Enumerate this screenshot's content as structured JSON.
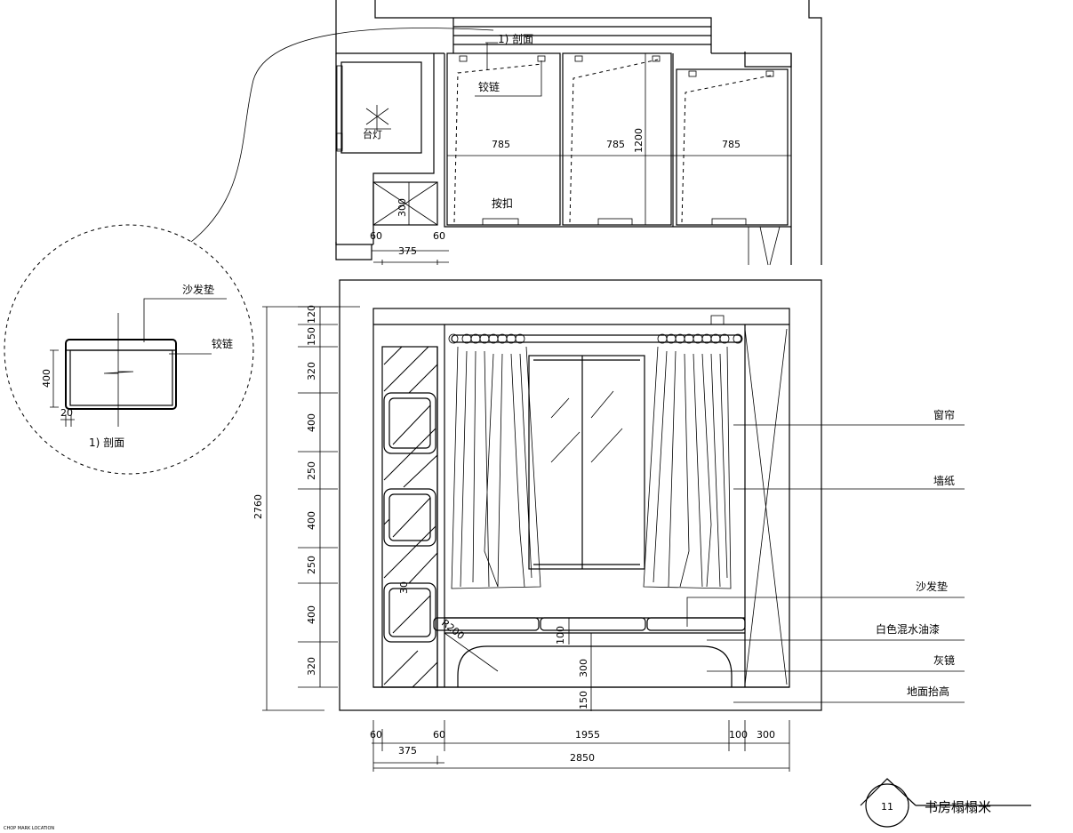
{
  "plan": {
    "section_mark_top": "1) 剖面",
    "hinge_label": "铰链",
    "cabinet_widths": [
      "785",
      "785",
      "785"
    ],
    "cabinet_height": "1200",
    "push_latch_label": "按扣",
    "sub_dim_300": "300",
    "dims_bottom": [
      "60",
      "60",
      "375"
    ]
  },
  "detail": {
    "cushion_label": "沙发垫",
    "hinge_label": "铰链",
    "height_dim": "400",
    "gap_dim": "20",
    "section_label": "1) 剖面"
  },
  "elevation": {
    "left_dims": [
      "120",
      "150",
      "320",
      "400",
      "250",
      "400",
      "250",
      "400",
      "320"
    ],
    "total_height": "2760",
    "inner_dims": [
      "30",
      "100",
      "300",
      "150"
    ],
    "radius_label": "R200",
    "callouts": [
      "窗帘",
      "墙纸",
      "沙发垫",
      "白色混水油漆",
      "灰镜",
      "地面抬高"
    ],
    "bottom_dims": [
      "60",
      "60",
      "1955",
      "100",
      "300",
      "375",
      "2850"
    ]
  },
  "title_block": {
    "number": "11",
    "title": "书房榻榻米",
    "tiny_note": "CHOP MARK LOCATION"
  }
}
